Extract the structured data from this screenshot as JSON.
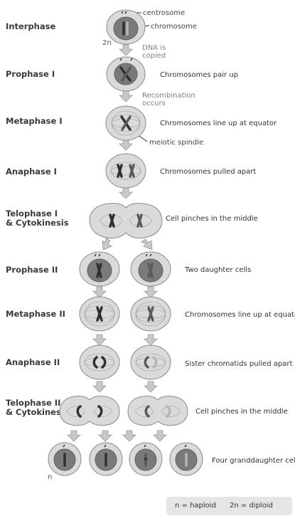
{
  "stages": [
    {
      "label": "Interphase"
    },
    {
      "label": "Prophase I",
      "desc": "Chromosomes pair up"
    },
    {
      "label": "Metaphase I",
      "desc": "Chromosomes line up at equator"
    },
    {
      "label": "Anaphase I",
      "desc": "Chromosomes pulled apart"
    },
    {
      "label_lines": [
        "Telophase I",
        "& Cytokinesis"
      ],
      "desc": "Cell pinches in the middle"
    },
    {
      "label": "Prophase II",
      "desc": "Two daughter cells"
    },
    {
      "label": "Metaphase II",
      "desc": "Chromosomes line up at equator"
    },
    {
      "label": "Anaphase II",
      "desc": "Sister chromatids pulled apart"
    },
    {
      "label_lines": [
        "Telophase II",
        "& Cytokinesis"
      ],
      "desc": "Cell pinches in the middle"
    },
    {
      "desc": "Four granddaughter cells"
    }
  ],
  "annotations": {
    "centrosome": "centrosome",
    "chromosome": "chromosome",
    "meiotic_spindle": "meiotic spindle",
    "dna_copied": [
      "DNA is",
      "copied"
    ],
    "recombination": [
      "Recombination",
      "occurs"
    ],
    "ploidy_2n": "2n",
    "ploidy_n": "n"
  },
  "legend": {
    "haploid": "n = haploid",
    "diploid": "2n = diploid"
  },
  "colors": {
    "cell_fill": "#dadada",
    "nucleus_fill": "#7a7a7a",
    "arrow_fill": "#c8c8c8",
    "label_text": "#3a3a3a",
    "legend_bg": "#e6e6e6"
  }
}
